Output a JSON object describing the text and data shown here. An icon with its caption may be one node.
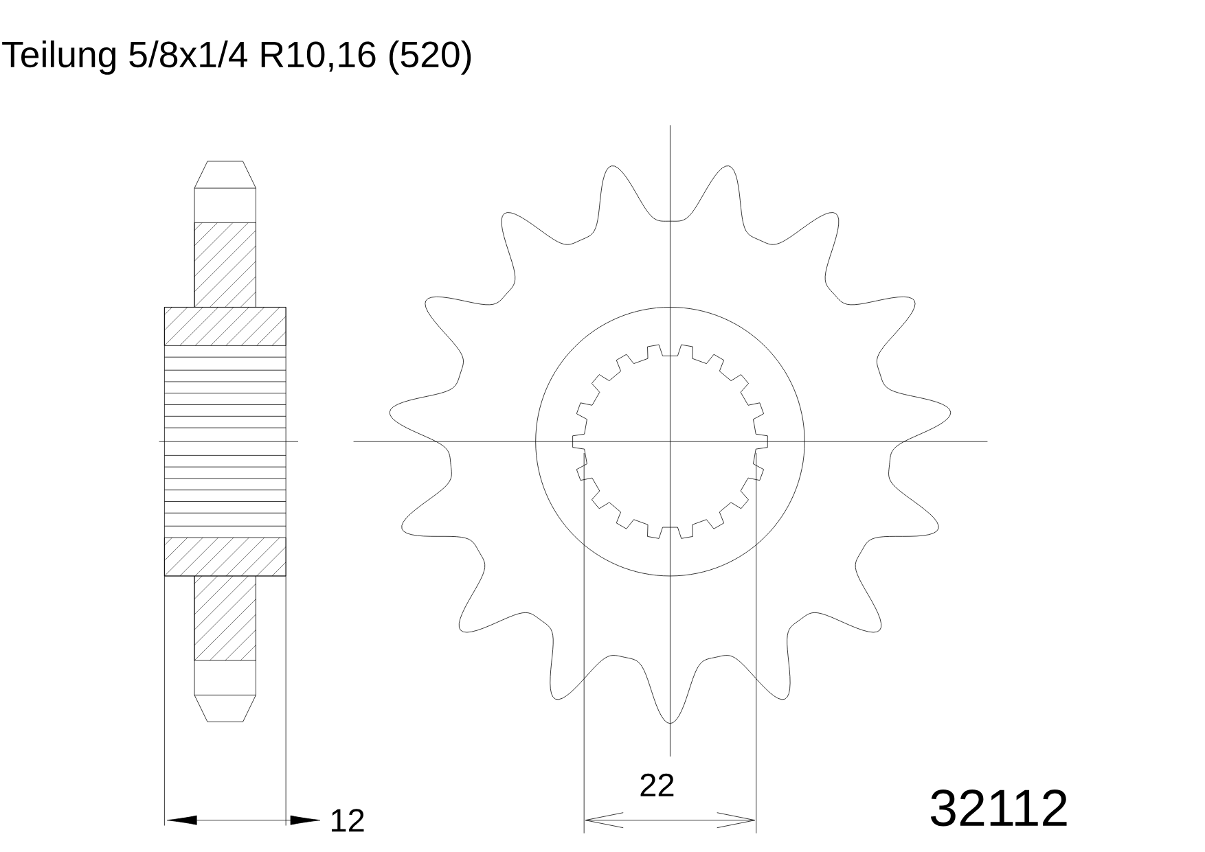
{
  "diagram": {
    "title": "Teilung 5/8x1/4 R10,16 (520)",
    "labels": [
      "12",
      "22",
      "32112"
    ]
  }
}
